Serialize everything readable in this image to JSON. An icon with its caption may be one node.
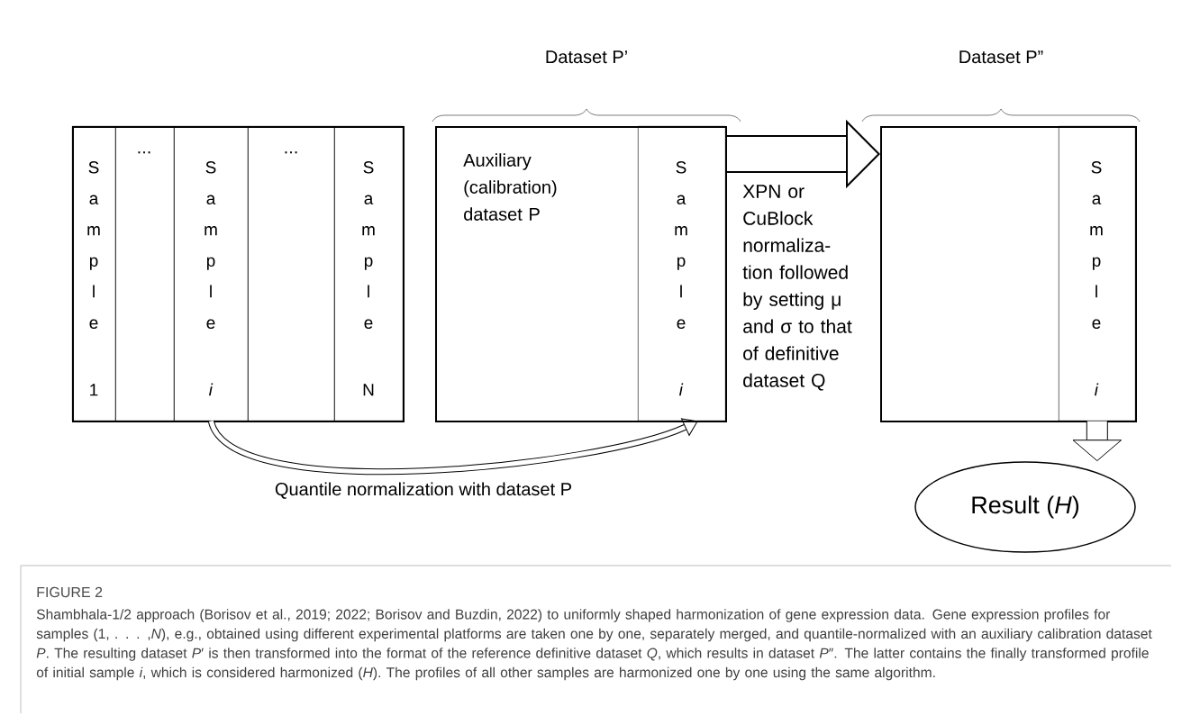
{
  "diagram": {
    "title": "FIGURE 2",
    "caption": "Shambhala-1/2 approach (Borisov et al., 2019; 2022; Borisov and Buzdin, 2022) to uniformly shaped harmonization of gene expression data. Gene expression profiles for samples (1, . . . ,*N*), e.g., obtained using different experimental platforms are taken one by one, separately merged, and quantile-normalized with an auxiliary calibration dataset *P*. The resulting dataset *P*′ is then transformed into the format of the reference definitive dataset *Q*, which results in dataset *P*″. The latter contains the finally transformed profile of initial sample *i*, which is considered harmonized (*H*). The profiles of all other samples are harmonized one by one using the same algorithm.",
    "nodes": [
      {
        "text": [],
        "shape": "box"
      },
      {
        "text": [
          "Sample 1"
        ],
        "in": 0
      },
      {
        "text": [
          "..."
        ],
        "in": 0
      },
      {
        "text": [
          "Sample *i*"
        ],
        "in": 0
      },
      {
        "text": [
          "..."
        ],
        "in": 0
      },
      {
        "text": [
          "Sample N"
        ],
        "in": 0
      },
      {
        "text": [
          "Dataset P’"
        ]
      },
      {
        "text": [
          "Auxiliary (calibration) dataset P"
        ],
        "in": 6
      },
      {
        "text": [
          "Sample *i*"
        ],
        "in": 6
      },
      {
        "text": [
          "Dataset P”"
        ]
      },
      {
        "text": [
          "Sample *i*"
        ],
        "in": 9
      },
      {
        "text": [
          "Result (*H*)"
        ]
      }
    ],
    "edges": [
      {
        "from": 3,
        "to": 8,
        "arrow": "to",
        "label": "Quantile normalization with dataset P"
      },
      {
        "from": 6,
        "to": 9,
        "arrow": "to",
        "label": "XPN or CuBlock normaliza-tion followed by setting μ and σ to that of definitive dataset Q"
      },
      {
        "from": 10,
        "to": 11,
        "arrow": "to"
      }
    ]
  }
}
